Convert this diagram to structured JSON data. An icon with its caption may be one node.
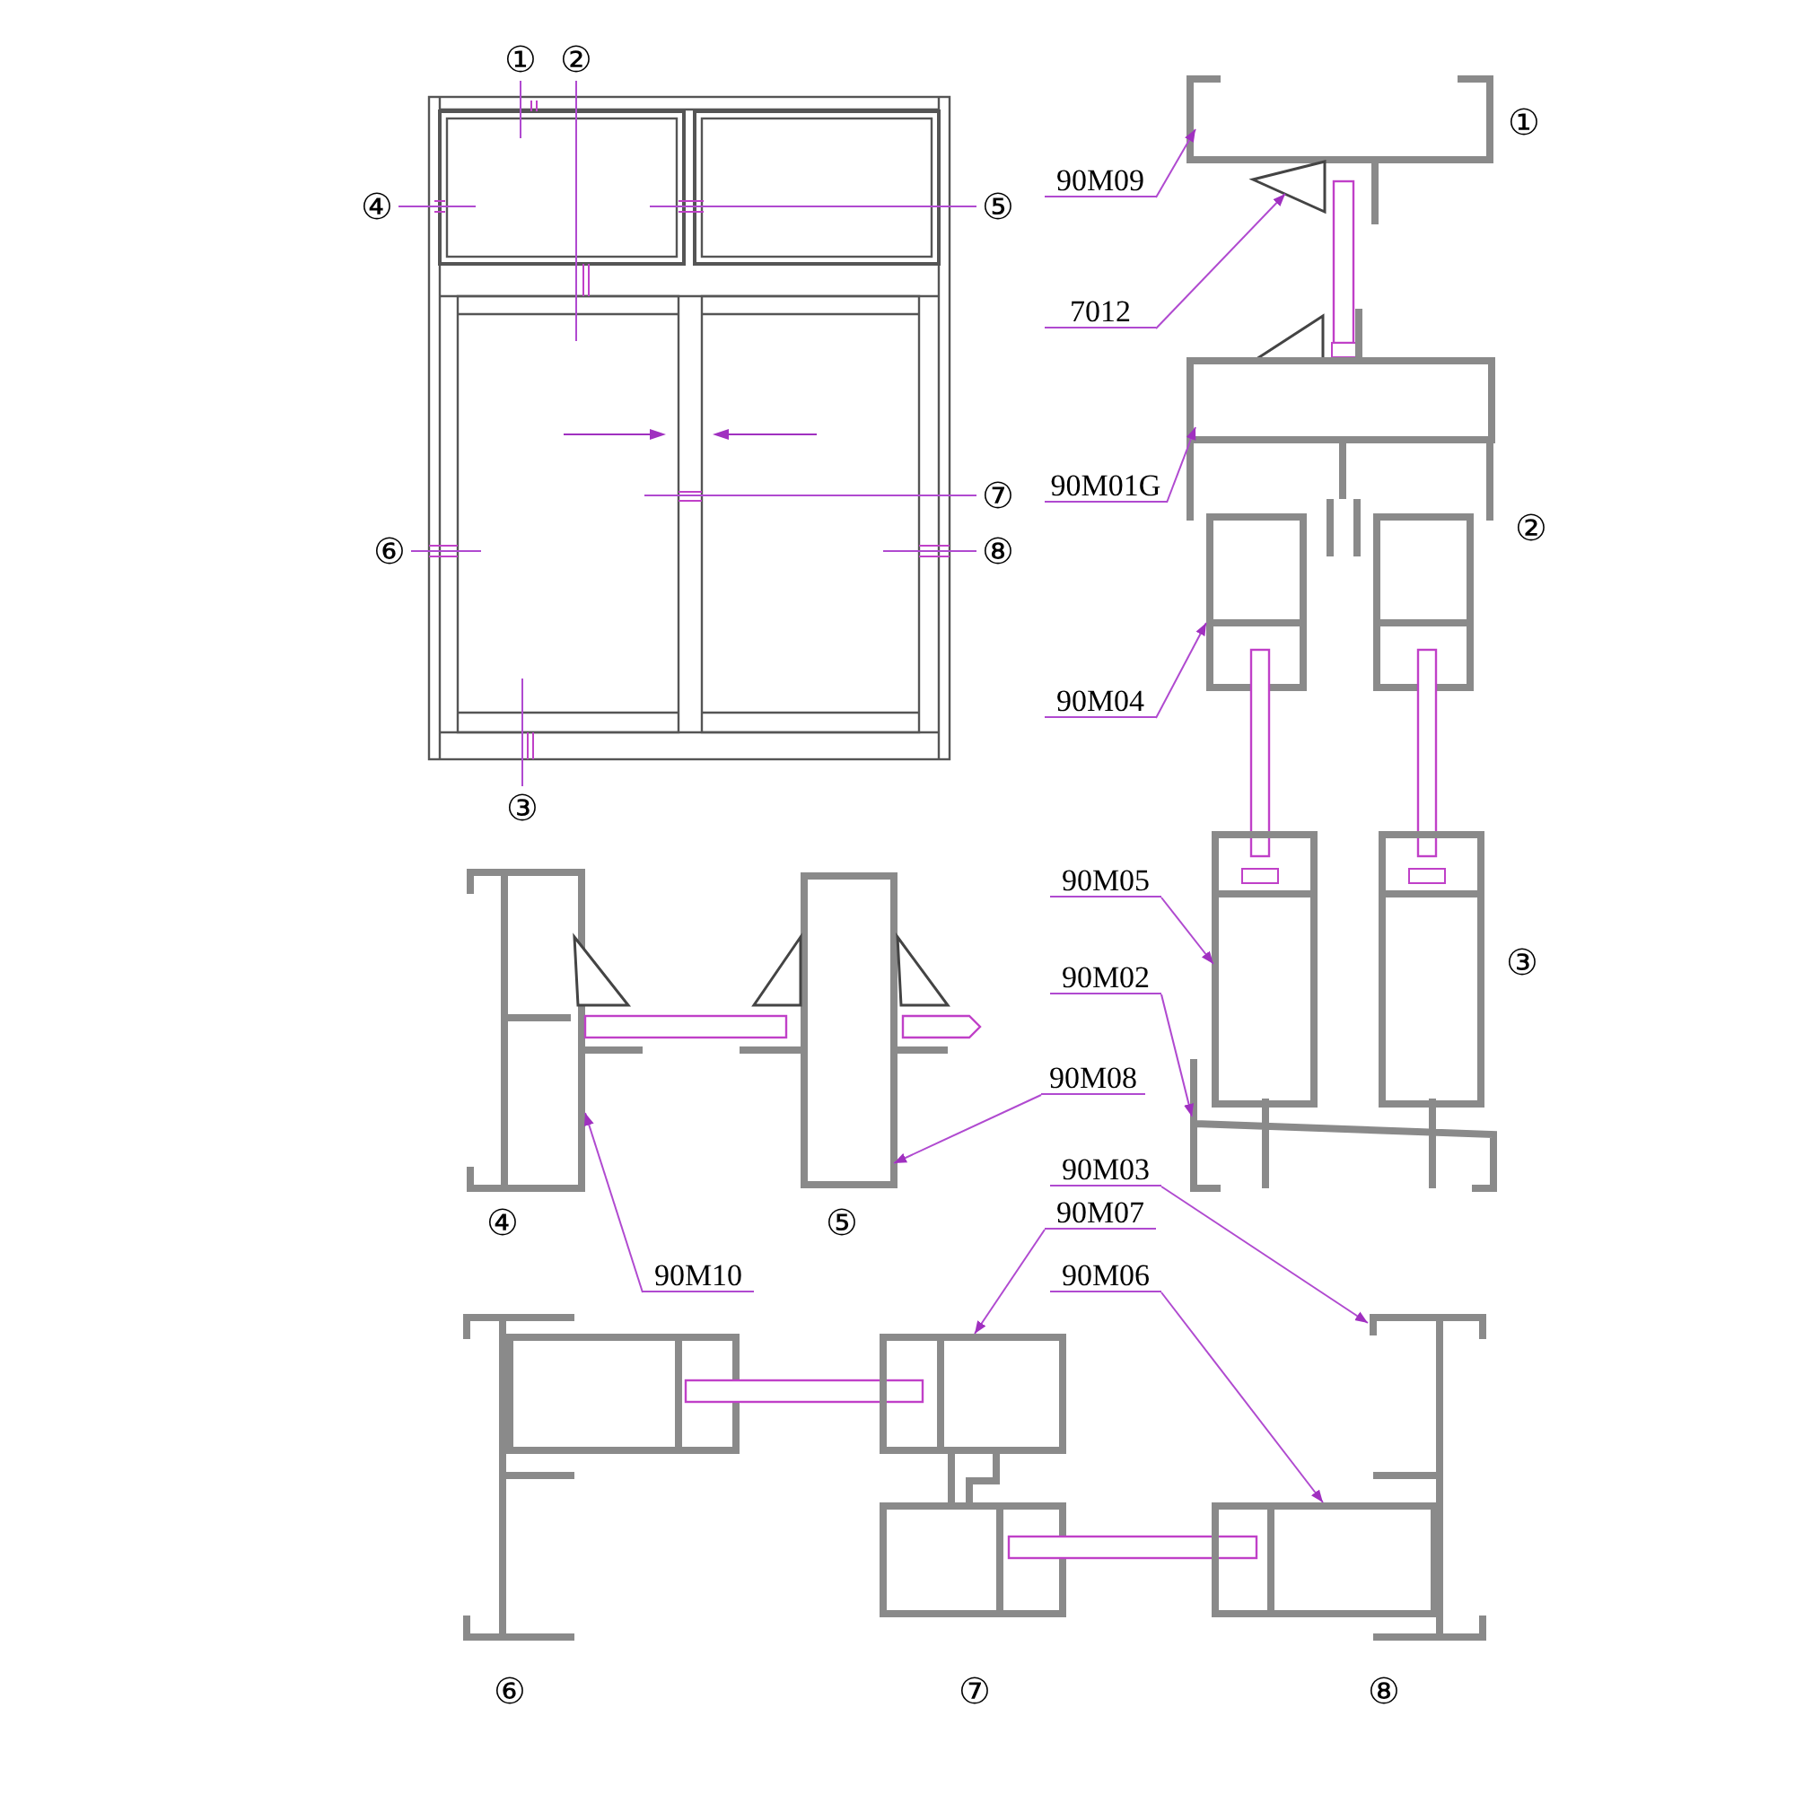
{
  "diagram": {
    "nodes": [
      {
        "text": [
          "①"
        ]
      },
      {
        "text": [
          "②"
        ]
      },
      {
        "text": [
          "④"
        ]
      },
      {
        "text": [
          "⑤"
        ]
      },
      {
        "text": [
          "⑦"
        ]
      },
      {
        "text": [
          "⑥"
        ]
      },
      {
        "text": [
          "⑧"
        ]
      },
      {
        "text": [
          "③"
        ]
      },
      {
        "text": [
          "90M09"
        ]
      },
      {
        "text": [
          "7012"
        ]
      },
      {
        "text": [
          "90M01G"
        ]
      },
      {
        "text": [
          "90M04"
        ]
      },
      {
        "text": [
          "90M05"
        ]
      },
      {
        "text": [
          "90M02"
        ]
      },
      {
        "text": [
          "90M08"
        ]
      },
      {
        "text": [
          "90M03"
        ]
      },
      {
        "text": [
          "90M07"
        ]
      },
      {
        "text": [
          "90M10"
        ]
      },
      {
        "text": [
          "90M06"
        ]
      }
    ],
    "edges": [
      {
        "from": 0,
        "to": null,
        "arrow": "none"
      },
      {
        "from": 1,
        "to": null,
        "arrow": "none"
      },
      {
        "from": 2,
        "to": null,
        "arrow": "none"
      },
      {
        "from": 3,
        "to": null,
        "arrow": "none"
      },
      {
        "from": 4,
        "to": null,
        "arrow": "none"
      },
      {
        "from": 5,
        "to": null,
        "arrow": "none"
      },
      {
        "from": 6,
        "to": null,
        "arrow": "none"
      },
      {
        "from": 7,
        "to": null,
        "arrow": "none"
      },
      {
        "from": 8,
        "to": null,
        "arrow": "to"
      },
      {
        "from": 9,
        "to": null,
        "arrow": "to"
      },
      {
        "from": 10,
        "to": null,
        "arrow": "to"
      },
      {
        "from": 11,
        "to": null,
        "arrow": "to"
      },
      {
        "from": 12,
        "to": null,
        "arrow": "to"
      },
      {
        "from": 13,
        "to": null,
        "arrow": "to"
      },
      {
        "from": 14,
        "to": null,
        "arrow": "to"
      },
      {
        "from": 15,
        "to": null,
        "arrow": "to"
      },
      {
        "from": 16,
        "to": null,
        "arrow": "to"
      },
      {
        "from": 17,
        "to": null,
        "arrow": "to"
      },
      {
        "from": 18,
        "to": null,
        "arrow": "to"
      }
    ],
    "labels": [
      "①",
      "②",
      "③",
      "④",
      "⑤",
      "⑥",
      "⑦",
      "⑧"
    ]
  }
}
